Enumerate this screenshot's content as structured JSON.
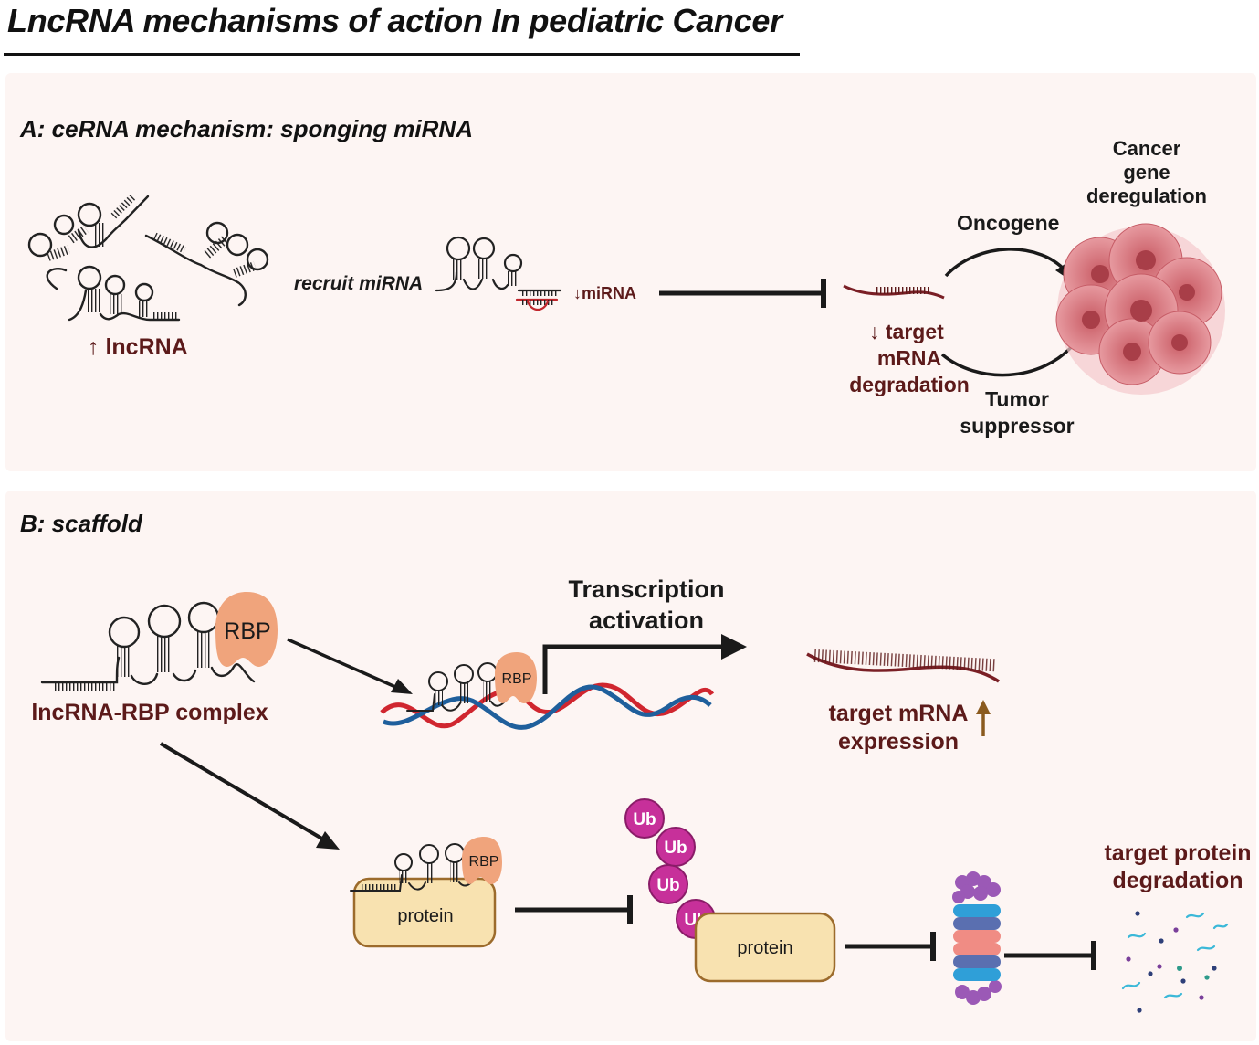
{
  "figure": {
    "title": "LncRNA mechanisms of action In pediatric Cancer"
  },
  "panel_a": {
    "title": "A: ceRNA mechanism: sponging miRNA",
    "lncrna_label": "↑ lncRNA",
    "recruit_label": "recruit miRNA",
    "mirna_label": "↓miRNA",
    "target_lines": [
      "↓ target",
      "mRNA",
      "degradation"
    ],
    "oncogene_label": "Oncogene",
    "tumor_lines": [
      "Tumor",
      "suppressor"
    ],
    "cancer_lines": [
      "Cancer",
      "gene",
      "deregulation"
    ]
  },
  "panel_b": {
    "title": "B:  scaffold",
    "rbp_label": "RBP",
    "complex_label": "lncRNA-RBP complex",
    "transcription_lines": [
      "Transcription",
      "activation"
    ],
    "rbp_small_label": "RBP",
    "expression_lines": [
      "target mRNA",
      "expression"
    ],
    "protein_label": "protein",
    "ub_labels": [
      "Ub",
      "Ub",
      "Ub",
      "Ub"
    ],
    "degradation_lines": [
      "target protein",
      "degradation"
    ]
  },
  "colors": {
    "dark_red": "#5c1a1a",
    "rbp": "#f0a47c",
    "dna_red": "#d0262f",
    "dna_blue": "#1f5f9c",
    "protein": "#f8e2b0",
    "ub": "#c7309a",
    "cancer": "#d9777f"
  }
}
